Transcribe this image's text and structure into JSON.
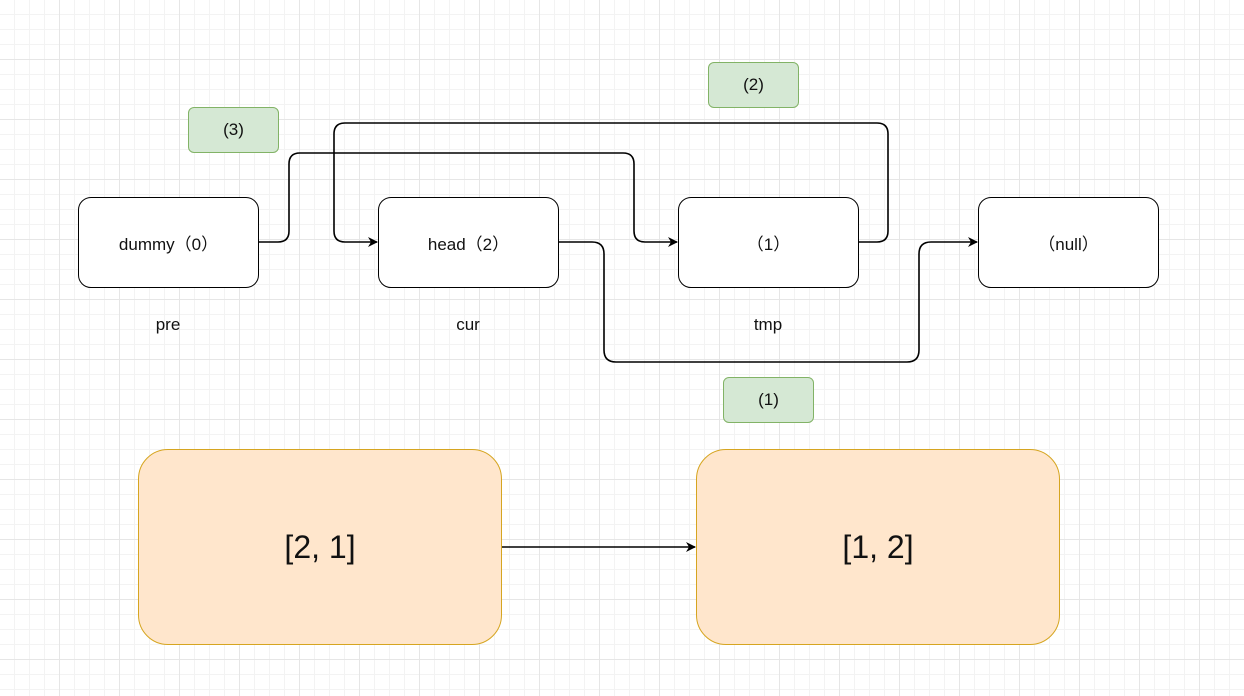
{
  "nodes": {
    "dummy": "dummy（0）",
    "head": "head（2）",
    "one": "（1）",
    "null": "（null）"
  },
  "variables": {
    "pre": "pre",
    "cur": "cur",
    "tmp": "tmp"
  },
  "steps": {
    "step1": "(1)",
    "step2": "(2)",
    "step3": "(3)"
  },
  "states": {
    "before": "[2, 1]",
    "after": "[1, 2]"
  },
  "colors": {
    "step_fill": "#d5e8d4",
    "step_border": "#82b366",
    "state_fill": "#ffe6cc",
    "state_border": "#d6a520",
    "edge": "#000000"
  }
}
